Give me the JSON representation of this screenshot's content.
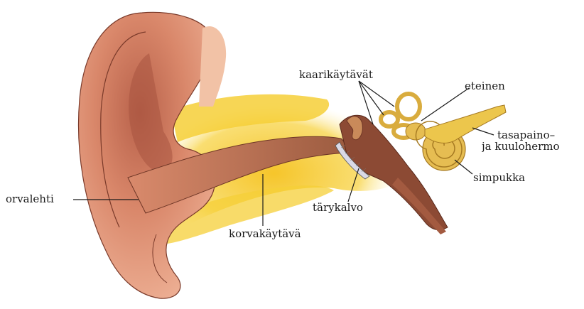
{
  "labels": {
    "semicircular_canals": "kaarikäytävät",
    "vestibule": "eteinen",
    "nerve_line1": "tasapaino–",
    "nerve_line2": "ja kuulohermo",
    "cochlea": "simpukka",
    "eardrum": "tärykalvo",
    "auricle": "orvalehti",
    "ear_canal": "korvakäytävä"
  },
  "colors": {
    "skin": "#d9876a",
    "skin_dark": "#a85a45",
    "yellow_glow": "#f7d23a",
    "inner_ear": "#e0b446",
    "nerve": "#e8c24a",
    "leader": "#1a1a1a"
  }
}
